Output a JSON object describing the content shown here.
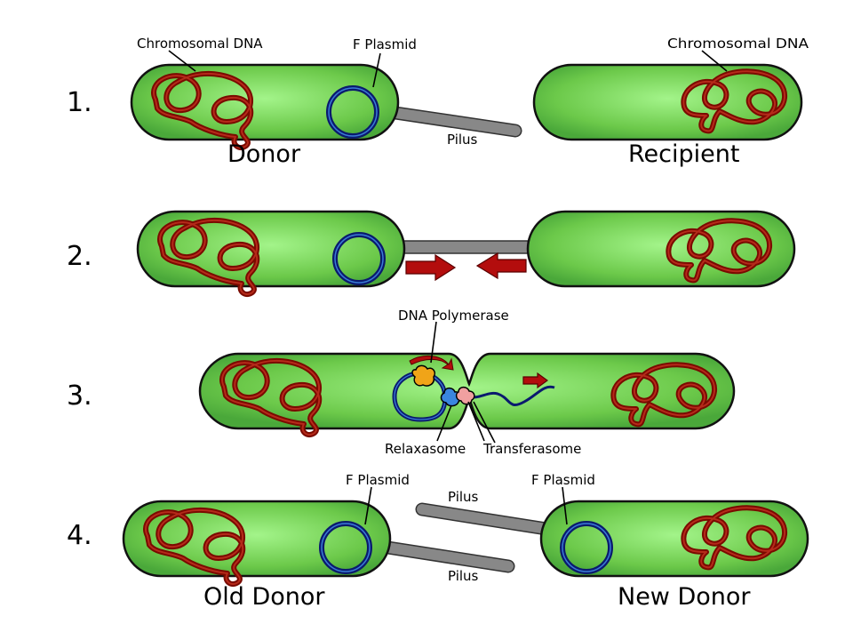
{
  "steps": [
    {
      "number": "1.",
      "labels": {
        "chromosomal_left": "Chromosomal DNA",
        "f_plasmid": "F Plasmid",
        "chromosomal_right": "Chromosomal DNA",
        "pilus": "Pilus",
        "donor": "Donor",
        "recipient": "Recipient"
      }
    },
    {
      "number": "2."
    },
    {
      "number": "3.",
      "labels": {
        "dna_polymerase": "DNA Polymerase",
        "relaxasome": "Relaxasome",
        "transferasome": "Transferasome"
      }
    },
    {
      "number": "4.",
      "labels": {
        "f_plasmid_left": "F Plasmid",
        "f_plasmid_right": "F Plasmid",
        "pilus_top": "Pilus",
        "pilus_bottom": "Pilus",
        "old_donor": "Old Donor",
        "new_donor": "New Donor"
      }
    }
  ],
  "colors": {
    "cell_fill": "#6cc94a",
    "cell_highlight": "#9bf080",
    "chromosome": "#7a0a00",
    "plasmid": "#0a1a6e",
    "pilus": "#888888",
    "arrow": "#b30d0d",
    "polymerase": "#f0a418",
    "relaxasome": "#3a86e0",
    "transferasome": "#f0a0a0"
  }
}
